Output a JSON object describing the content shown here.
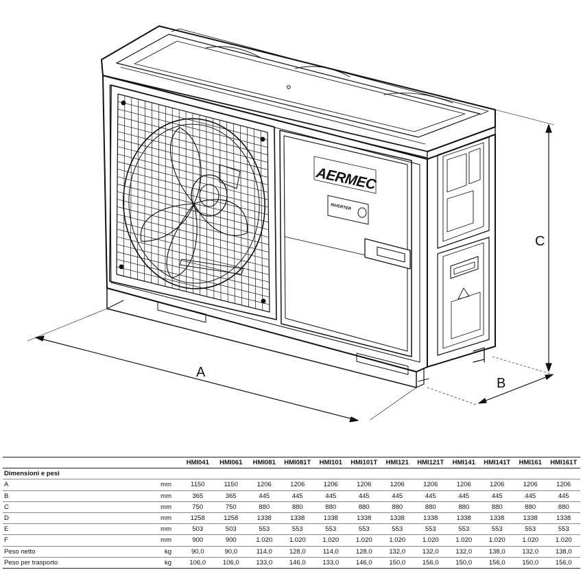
{
  "drawing": {
    "brand": "AERMEC",
    "badge": "INVERTER",
    "dimension_labels": {
      "a": "A",
      "b": "B",
      "c": "C"
    }
  },
  "table": {
    "models": [
      "HMI041",
      "HMI061",
      "HMI081",
      "HMI081T",
      "HMI101",
      "HMI101T",
      "HMI121",
      "HMI121T",
      "HMI141",
      "HMI141T",
      "HMI161",
      "HMI161T"
    ],
    "section": "Dimensioni e pesi",
    "rows": [
      {
        "label": "A",
        "unit": "mm",
        "values": [
          "1150",
          "1150",
          "1206",
          "1206",
          "1206",
          "1206",
          "1206",
          "1206",
          "1206",
          "1206",
          "1206",
          "1206"
        ]
      },
      {
        "label": "B",
        "unit": "mm",
        "values": [
          "365",
          "365",
          "445",
          "445",
          "445",
          "445",
          "445",
          "445",
          "445",
          "445",
          "445",
          "445"
        ]
      },
      {
        "label": "C",
        "unit": "mm",
        "values": [
          "750",
          "750",
          "880",
          "880",
          "880",
          "880",
          "880",
          "880",
          "880",
          "880",
          "880",
          "880"
        ]
      },
      {
        "label": "D",
        "unit": "mm",
        "values": [
          "1258",
          "1258",
          "1338",
          "1338",
          "1338",
          "1338",
          "1338",
          "1338",
          "1338",
          "1338",
          "1338",
          "1338"
        ]
      },
      {
        "label": "E",
        "unit": "mm",
        "values": [
          "503",
          "503",
          "553",
          "553",
          "553",
          "553",
          "553",
          "553",
          "553",
          "553",
          "553",
          "553"
        ]
      },
      {
        "label": "F",
        "unit": "mm",
        "values": [
          "900",
          "900",
          "1.020",
          "1.020",
          "1.020",
          "1.020",
          "1.020",
          "1.020",
          "1.020",
          "1.020",
          "1.020",
          "1.020"
        ]
      },
      {
        "label": "Peso netto",
        "unit": "kg",
        "values": [
          "90,0",
          "90,0",
          "114,0",
          "128,0",
          "114,0",
          "128,0",
          "132,0",
          "132,0",
          "132,0",
          "138,0",
          "132,0",
          "138,0"
        ]
      },
      {
        "label": "Peso per trasporto",
        "unit": "kg",
        "values": [
          "106,0",
          "106,0",
          "133,0",
          "146,0",
          "133,0",
          "146,0",
          "150,0",
          "156,0",
          "150,0",
          "156,0",
          "150,0",
          "156,0"
        ]
      }
    ]
  }
}
